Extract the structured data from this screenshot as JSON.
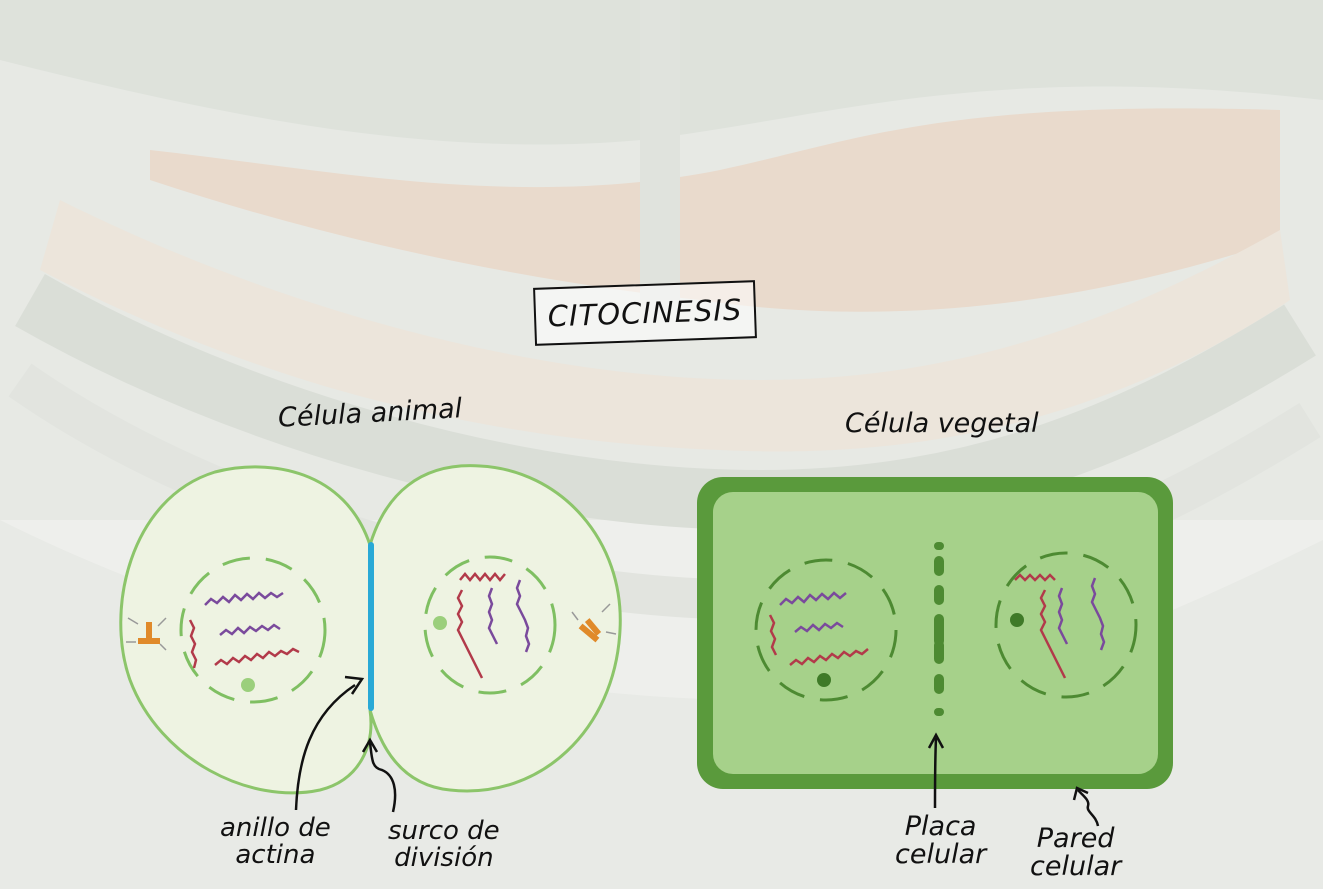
{
  "title": "CITOCINESIS",
  "animal": {
    "heading": "Célula animal",
    "actin_label_1": "anillo de",
    "actin_label_2": "actina",
    "furrow_label_1": "surco de",
    "furrow_label_2": "división"
  },
  "plant": {
    "heading": "Célula vegetal",
    "plate_label_1": "Placa",
    "plate_label_2": "celular",
    "wall_label_1": "Pared",
    "wall_label_2": "celular"
  },
  "colors": {
    "animal_cytoplasm": "#eef3e2",
    "animal_membrane": "#8cc56a",
    "actin_ring": "#29a9d6",
    "plant_wall": "#5a9a3c",
    "plant_cytoplasm": "#a6d18a",
    "chromosome_purple": "#7a4a9c",
    "chromosome_red": "#b23a4a",
    "centrosome": "#e08a2a"
  }
}
